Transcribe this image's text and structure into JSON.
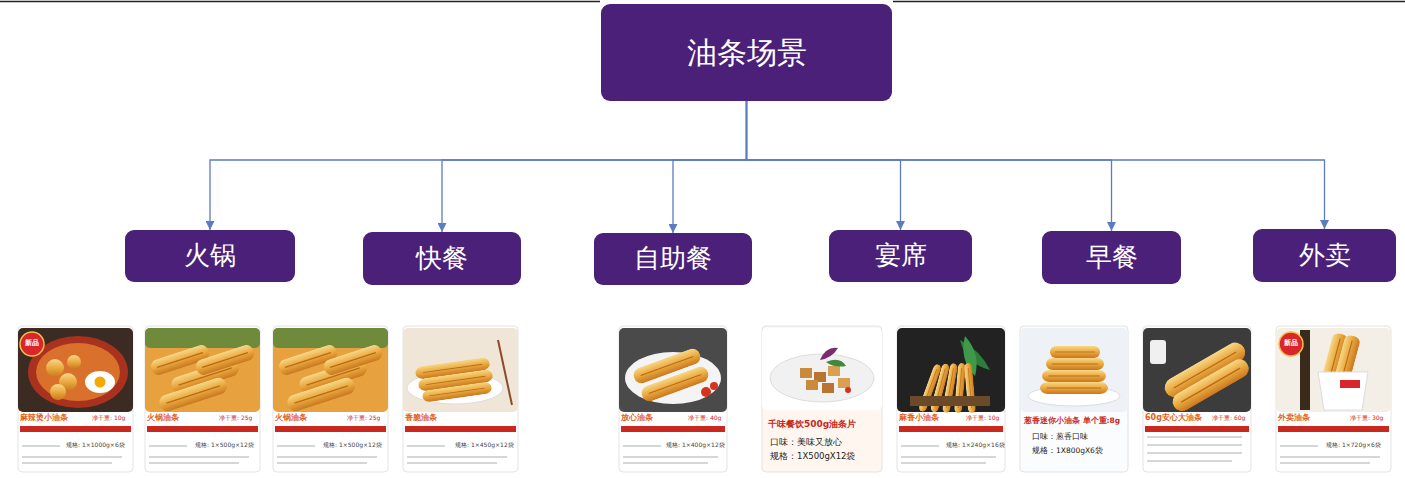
{
  "diagram": {
    "nodes": [
      {
        "text": [
          "油条场景"
        ]
      },
      {
        "text": [
          "火锅"
        ]
      },
      {
        "text": [
          "快餐"
        ]
      },
      {
        "text": [
          "自助餐"
        ]
      },
      {
        "text": [
          "宴席"
        ]
      },
      {
        "text": [
          "早餐"
        ]
      },
      {
        "text": [
          "外卖"
        ]
      }
    ],
    "edges": [
      {
        "from": 0,
        "to": 1,
        "arrow": "to"
      },
      {
        "from": 0,
        "to": 2,
        "arrow": "to"
      },
      {
        "from": 0,
        "to": 3,
        "arrow": "to"
      },
      {
        "from": 0,
        "to": 4,
        "arrow": "to"
      },
      {
        "from": 0,
        "to": 5,
        "arrow": "to"
      },
      {
        "from": 0,
        "to": 6,
        "arrow": "to"
      }
    ],
    "labels": [
      "新品",
      "麻辣烫小油条",
      "净干重: 10g",
      "规格: 1×1000g×6袋",
      "火锅油条",
      "净干重: 25g",
      "规格: 1×500g×12袋",
      "火锅油条",
      "净干重: 25g",
      "规格: 1×500g×12袋",
      "香脆油条",
      "规格: 1×450g×12袋",
      "放心油条",
      "净干重: 40g",
      "规格: 1×400g×12袋",
      "千味餐饮500g油条片",
      "口味：美味又放心",
      "规格：1X500gX12袋",
      "麻香小油条",
      "净干重: 10g",
      "规格: 1×240g×16袋",
      "葱香迷你小油条 单个重:8g",
      "口味：葱香口味",
      "规格：1X800gX6袋",
      "60g安心大油条",
      "净干重: 60g",
      "新品",
      "外卖油条",
      "净干重: 30g",
      "规格: 1×720g×6袋"
    ]
  }
}
